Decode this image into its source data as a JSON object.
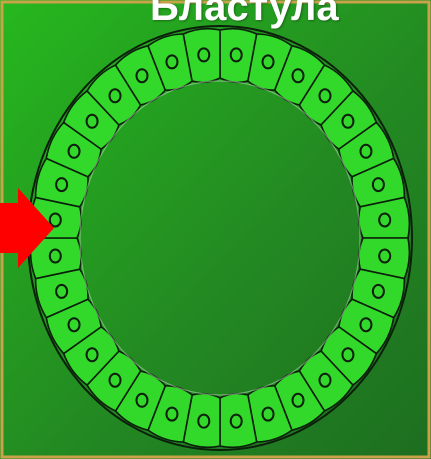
{
  "title": "Бластула",
  "colors": {
    "background": "#2a8a26",
    "cell_fill": "#33d92a",
    "cell_outline": "#0b1f0b",
    "arrow": "#ff0000",
    "frame_border": "#c9a24a"
  },
  "diagram": {
    "type": "blastula-cross-section",
    "cell_count": 32,
    "arrow_direction": "right",
    "arrow_color_name": "red"
  }
}
